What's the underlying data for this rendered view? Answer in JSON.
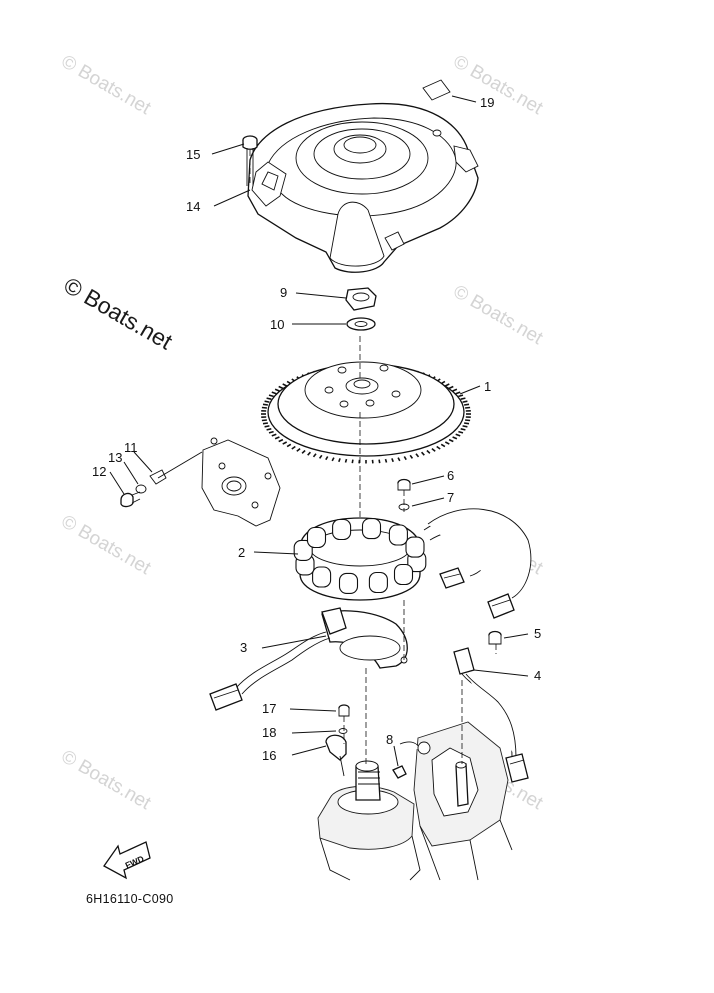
{
  "diagram": {
    "part_code": "6H16110-C090",
    "watermark_main": "© Boats.net",
    "watermark_faint": "© Boats.net",
    "fwd_label": "FWD",
    "callouts": [
      "1",
      "2",
      "3",
      "4",
      "5",
      "6",
      "7",
      "8",
      "9",
      "10",
      "11",
      "12",
      "13",
      "14",
      "15",
      "16",
      "17",
      "18",
      "19"
    ]
  }
}
